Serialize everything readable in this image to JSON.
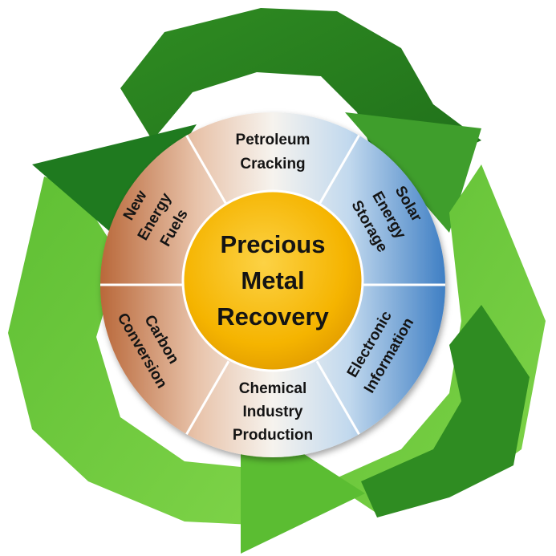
{
  "center": {
    "lines": [
      "Precious",
      "Metal",
      "Recovery"
    ]
  },
  "segments": [
    {
      "id": "petroleum-cracking",
      "lines": [
        "Petroleum",
        "Cracking"
      ]
    },
    {
      "id": "solar-energy-storage",
      "lines": [
        "Solar",
        "Energy",
        "Storage"
      ]
    },
    {
      "id": "electronic-information",
      "lines": [
        "Electronic",
        "Information"
      ]
    },
    {
      "id": "chemical-industry-production",
      "lines": [
        "Chemical",
        "Industry",
        "Production"
      ]
    },
    {
      "id": "carbon-conversion",
      "lines": [
        "Carbon",
        "Conversion"
      ]
    },
    {
      "id": "new-energy-fuels",
      "lines": [
        "New",
        "Energy",
        "Fuels"
      ]
    }
  ],
  "colors": {
    "arrow_dark": "#1f7a1f",
    "arrow_mid": "#3f9e2c",
    "arrow_light": "#7ed348",
    "center_fill": "#f5b400",
    "segment_copper": "#b9683a",
    "segment_blue": "#3f7fc4"
  }
}
